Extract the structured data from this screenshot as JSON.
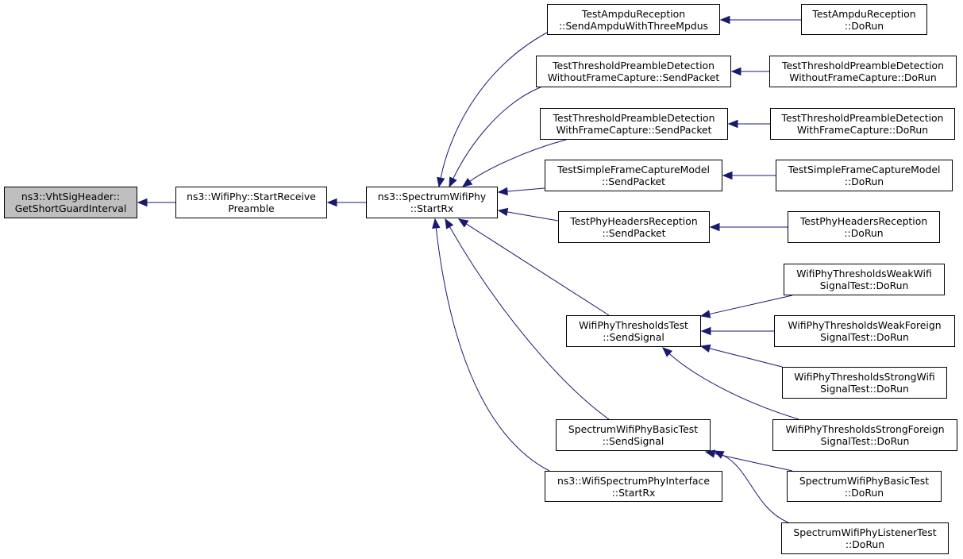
{
  "colors": {
    "edge": "#191970",
    "node_border": "#000000",
    "root_fill": "#bfbfbf",
    "node_fill": "#ffffff"
  },
  "nodes": [
    {
      "id": "vhtsig",
      "root": true,
      "lines": [
        "ns3::VhtSigHeader::",
        "GetShortGuardInterval"
      ]
    },
    {
      "id": "startreceive",
      "lines": [
        "ns3::WifiPhy::StartReceive",
        "Preamble"
      ]
    },
    {
      "id": "spectrumstartrx",
      "lines": [
        "ns3::SpectrumWifiPhy",
        "::StartRx"
      ]
    },
    {
      "id": "ampdusend",
      "lines": [
        "TestAmpduReception",
        "::SendAmpduWithThreeMpdus"
      ]
    },
    {
      "id": "threshwithoutsend",
      "lines": [
        "TestThresholdPreambleDetection",
        "WithoutFrameCapture::SendPacket"
      ]
    },
    {
      "id": "threshwithsend",
      "lines": [
        "TestThresholdPreambleDetection",
        "WithFrameCapture::SendPacket"
      ]
    },
    {
      "id": "simplecapsend",
      "lines": [
        "TestSimpleFrameCaptureModel",
        "::SendPacket"
      ]
    },
    {
      "id": "headerssend",
      "lines": [
        "TestPhyHeadersReception",
        "::SendPacket"
      ]
    },
    {
      "id": "thresholdstestsend",
      "lines": [
        "WifiPhyThresholdsTest",
        "::SendSignal"
      ]
    },
    {
      "id": "basictestsend",
      "lines": [
        "SpectrumWifiPhyBasicTest",
        "::SendSignal"
      ]
    },
    {
      "id": "interfacestartrx",
      "lines": [
        "ns3::WifiSpectrumPhyInterface",
        "::StartRx"
      ]
    },
    {
      "id": "ampdudorun",
      "lines": [
        "TestAmpduReception",
        "::DoRun"
      ]
    },
    {
      "id": "threshwithoutdorun",
      "lines": [
        "TestThresholdPreambleDetection",
        "WithoutFrameCapture::DoRun"
      ]
    },
    {
      "id": "threshwithdorun",
      "lines": [
        "TestThresholdPreambleDetection",
        "WithFrameCapture::DoRun"
      ]
    },
    {
      "id": "simplecapdorun",
      "lines": [
        "TestSimpleFrameCaptureModel",
        "::DoRun"
      ]
    },
    {
      "id": "headersdorun",
      "lines": [
        "TestPhyHeadersReception",
        "::DoRun"
      ]
    },
    {
      "id": "weakwifidorun",
      "lines": [
        "WifiPhyThresholdsWeakWifi",
        "SignalTest::DoRun"
      ]
    },
    {
      "id": "weakforeigndorun",
      "lines": [
        "WifiPhyThresholdsWeakForeign",
        "SignalTest::DoRun"
      ]
    },
    {
      "id": "strongwifidorun",
      "lines": [
        "WifiPhyThresholdsStrongWifi",
        "SignalTest::DoRun"
      ]
    },
    {
      "id": "strongforeigndorun",
      "lines": [
        "WifiPhyThresholdsStrongForeign",
        "SignalTest::DoRun"
      ]
    },
    {
      "id": "basictestdorun",
      "lines": [
        "SpectrumWifiPhyBasicTest",
        "::DoRun"
      ]
    },
    {
      "id": "listenerdorun",
      "lines": [
        "SpectrumWifiPhyListenerTest",
        "::DoRun"
      ]
    }
  ],
  "edges": [
    {
      "from": "startreceive",
      "to": "vhtsig"
    },
    {
      "from": "spectrumstartrx",
      "to": "startreceive"
    },
    {
      "from": "ampdusend",
      "to": "spectrumstartrx"
    },
    {
      "from": "threshwithoutsend",
      "to": "spectrumstartrx"
    },
    {
      "from": "threshwithsend",
      "to": "spectrumstartrx"
    },
    {
      "from": "simplecapsend",
      "to": "spectrumstartrx"
    },
    {
      "from": "headerssend",
      "to": "spectrumstartrx"
    },
    {
      "from": "thresholdstestsend",
      "to": "spectrumstartrx"
    },
    {
      "from": "basictestsend",
      "to": "spectrumstartrx"
    },
    {
      "from": "interfacestartrx",
      "to": "spectrumstartrx"
    },
    {
      "from": "ampdudorun",
      "to": "ampdusend"
    },
    {
      "from": "threshwithoutdorun",
      "to": "threshwithoutsend"
    },
    {
      "from": "threshwithdorun",
      "to": "threshwithsend"
    },
    {
      "from": "simplecapdorun",
      "to": "simplecapsend"
    },
    {
      "from": "headersdorun",
      "to": "headerssend"
    },
    {
      "from": "weakwifidorun",
      "to": "thresholdstestsend"
    },
    {
      "from": "weakforeigndorun",
      "to": "thresholdstestsend"
    },
    {
      "from": "strongwifidorun",
      "to": "thresholdstestsend"
    },
    {
      "from": "strongforeigndorun",
      "to": "thresholdstestsend"
    },
    {
      "from": "basictestdorun",
      "to": "basictestsend"
    },
    {
      "from": "listenerdorun",
      "to": "basictestsend"
    }
  ]
}
